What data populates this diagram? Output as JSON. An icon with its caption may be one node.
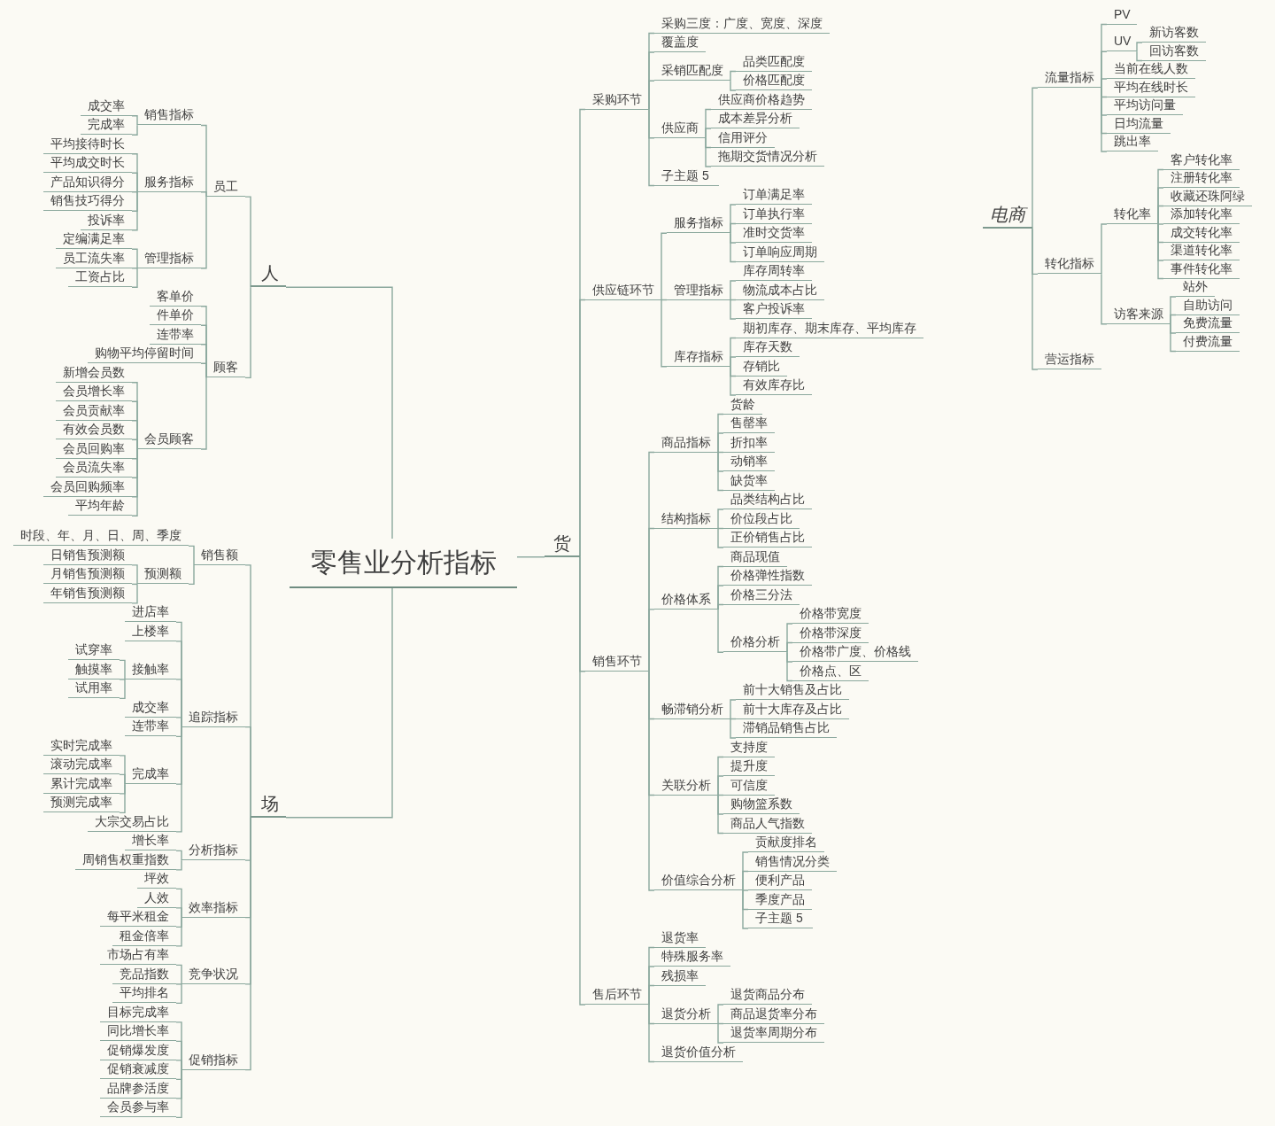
{
  "diagram": {
    "nodes": [
      {
        "text": [
          "零售业分析指标"
        ]
      },
      {
        "text": [
          "人"
        ]
      },
      {
        "text": [
          "员工"
        ]
      },
      {
        "text": [
          "销售指标"
        ]
      },
      {
        "text": [
          "成交率"
        ]
      },
      {
        "text": [
          "完成率"
        ]
      },
      {
        "text": [
          "服务指标"
        ]
      },
      {
        "text": [
          "平均接待时长"
        ]
      },
      {
        "text": [
          "平均成交时长"
        ]
      },
      {
        "text": [
          "产品知识得分"
        ]
      },
      {
        "text": [
          "销售技巧得分"
        ]
      },
      {
        "text": [
          "投诉率"
        ]
      },
      {
        "text": [
          "管理指标"
        ]
      },
      {
        "text": [
          "定编满足率"
        ]
      },
      {
        "text": [
          "员工流失率"
        ]
      },
      {
        "text": [
          "工资占比"
        ]
      },
      {
        "text": [
          "顾客"
        ]
      },
      {
        "text": [
          "客单价"
        ]
      },
      {
        "text": [
          "件单价"
        ]
      },
      {
        "text": [
          "连带率"
        ]
      },
      {
        "text": [
          "购物平均停留时间"
        ]
      },
      {
        "text": [
          "会员顾客"
        ]
      },
      {
        "text": [
          "新增会员数"
        ]
      },
      {
        "text": [
          "会员增长率"
        ]
      },
      {
        "text": [
          "会员贡献率"
        ]
      },
      {
        "text": [
          "有效会员数"
        ]
      },
      {
        "text": [
          "会员回购率"
        ]
      },
      {
        "text": [
          "会员流失率"
        ]
      },
      {
        "text": [
          "会员回购频率"
        ]
      },
      {
        "text": [
          "平均年龄"
        ]
      },
      {
        "text": [
          "场"
        ]
      },
      {
        "text": [
          "销售额"
        ]
      },
      {
        "text": [
          "时段、年、月、日、周、季度"
        ]
      },
      {
        "text": [
          "预测额"
        ]
      },
      {
        "text": [
          "日销售预测额"
        ]
      },
      {
        "text": [
          "月销售预测额"
        ]
      },
      {
        "text": [
          "年销售预测额"
        ]
      },
      {
        "text": [
          "追踪指标"
        ]
      },
      {
        "text": [
          "进店率"
        ]
      },
      {
        "text": [
          "上楼率"
        ]
      },
      {
        "text": [
          "接触率"
        ]
      },
      {
        "text": [
          "试穿率"
        ]
      },
      {
        "text": [
          "触摸率"
        ]
      },
      {
        "text": [
          "试用率"
        ]
      },
      {
        "text": [
          "成交率"
        ]
      },
      {
        "text": [
          "连带率"
        ]
      },
      {
        "text": [
          "完成率"
        ]
      },
      {
        "text": [
          "实时完成率"
        ]
      },
      {
        "text": [
          "滚动完成率"
        ]
      },
      {
        "text": [
          "累计完成率"
        ]
      },
      {
        "text": [
          "预测完成率"
        ]
      },
      {
        "text": [
          "大宗交易占比"
        ]
      },
      {
        "text": [
          "分析指标"
        ]
      },
      {
        "text": [
          "增长率"
        ]
      },
      {
        "text": [
          "周销售权重指数"
        ]
      },
      {
        "text": [
          "效率指标"
        ]
      },
      {
        "text": [
          "坪效"
        ]
      },
      {
        "text": [
          "人效"
        ]
      },
      {
        "text": [
          "每平米租金"
        ]
      },
      {
        "text": [
          "租金倍率"
        ]
      },
      {
        "text": [
          "竞争状况"
        ]
      },
      {
        "text": [
          "市场占有率"
        ]
      },
      {
        "text": [
          "竞品指数"
        ]
      },
      {
        "text": [
          "平均排名"
        ]
      },
      {
        "text": [
          "促销指标"
        ]
      },
      {
        "text": [
          "目标完成率"
        ]
      },
      {
        "text": [
          "同比增长率"
        ]
      },
      {
        "text": [
          "促销爆发度"
        ]
      },
      {
        "text": [
          "促销衰减度"
        ]
      },
      {
        "text": [
          "品牌参活度"
        ]
      },
      {
        "text": [
          "会员参与率"
        ]
      },
      {
        "text": [
          "货"
        ]
      },
      {
        "text": [
          "采购环节"
        ]
      },
      {
        "text": [
          "采购三度：广度、宽度、深度"
        ]
      },
      {
        "text": [
          "覆盖度"
        ]
      },
      {
        "text": [
          "采销匹配度"
        ]
      },
      {
        "text": [
          "品类匹配度"
        ]
      },
      {
        "text": [
          "价格匹配度"
        ]
      },
      {
        "text": [
          "供应商"
        ]
      },
      {
        "text": [
          "供应商价格趋势"
        ]
      },
      {
        "text": [
          "成本差异分析"
        ]
      },
      {
        "text": [
          "信用评分"
        ]
      },
      {
        "text": [
          "拖期交货情况分析"
        ]
      },
      {
        "text": [
          "子主题 5"
        ]
      },
      {
        "text": [
          "供应链环节"
        ]
      },
      {
        "text": [
          "服务指标"
        ]
      },
      {
        "text": [
          "订单满足率"
        ]
      },
      {
        "text": [
          "订单执行率"
        ]
      },
      {
        "text": [
          "准时交货率"
        ]
      },
      {
        "text": [
          "订单响应周期"
        ]
      },
      {
        "text": [
          "管理指标"
        ]
      },
      {
        "text": [
          "库存周转率"
        ]
      },
      {
        "text": [
          "物流成本占比"
        ]
      },
      {
        "text": [
          "客户投诉率"
        ]
      },
      {
        "text": [
          "库存指标"
        ]
      },
      {
        "text": [
          "期初库存、期末库存、平均库存"
        ]
      },
      {
        "text": [
          "库存天数"
        ]
      },
      {
        "text": [
          "存销比"
        ]
      },
      {
        "text": [
          "有效库存比"
        ]
      },
      {
        "text": [
          "销售环节"
        ]
      },
      {
        "text": [
          "商品指标"
        ]
      },
      {
        "text": [
          "货龄"
        ]
      },
      {
        "text": [
          "售罄率"
        ]
      },
      {
        "text": [
          "折扣率"
        ]
      },
      {
        "text": [
          "动销率"
        ]
      },
      {
        "text": [
          "缺货率"
        ]
      },
      {
        "text": [
          "结构指标"
        ]
      },
      {
        "text": [
          "品类结构占比"
        ]
      },
      {
        "text": [
          "价位段占比"
        ]
      },
      {
        "text": [
          "正价销售占比"
        ]
      },
      {
        "text": [
          "价格体系"
        ]
      },
      {
        "text": [
          "商品现值"
        ]
      },
      {
        "text": [
          "价格弹性指数"
        ]
      },
      {
        "text": [
          "价格三分法"
        ]
      },
      {
        "text": [
          "价格分析"
        ]
      },
      {
        "text": [
          "价格带宽度"
        ]
      },
      {
        "text": [
          "价格带深度"
        ]
      },
      {
        "text": [
          "价格带广度、价格线"
        ]
      },
      {
        "text": [
          "价格点、区"
        ]
      },
      {
        "text": [
          "畅滞销分析"
        ]
      },
      {
        "text": [
          "前十大销售及占比"
        ]
      },
      {
        "text": [
          "前十大库存及占比"
        ]
      },
      {
        "text": [
          "滞销品销售占比"
        ]
      },
      {
        "text": [
          "关联分析"
        ]
      },
      {
        "text": [
          "支持度"
        ]
      },
      {
        "text": [
          "提升度"
        ]
      },
      {
        "text": [
          "可信度"
        ]
      },
      {
        "text": [
          "购物篮系数"
        ]
      },
      {
        "text": [
          "商品人气指数"
        ]
      },
      {
        "text": [
          "价值综合分析"
        ]
      },
      {
        "text": [
          "贡献度排名"
        ]
      },
      {
        "text": [
          "销售情况分类"
        ]
      },
      {
        "text": [
          "便利产品"
        ]
      },
      {
        "text": [
          "季度产品"
        ]
      },
      {
        "text": [
          "子主题 5"
        ]
      },
      {
        "text": [
          "售后环节"
        ]
      },
      {
        "text": [
          "退货率"
        ]
      },
      {
        "text": [
          "特殊服务率"
        ]
      },
      {
        "text": [
          "残损率"
        ]
      },
      {
        "text": [
          "退货分析"
        ]
      },
      {
        "text": [
          "退货商品分布"
        ]
      },
      {
        "text": [
          "商品退货率分布"
        ]
      },
      {
        "text": [
          "退货率周期分布"
        ]
      },
      {
        "text": [
          "退货价值分析"
        ]
      },
      {
        "text": [
          "电商"
        ]
      },
      {
        "text": [
          "流量指标"
        ]
      },
      {
        "text": [
          "PV"
        ]
      },
      {
        "text": [
          "UV"
        ]
      },
      {
        "text": [
          "新访客数"
        ]
      },
      {
        "text": [
          "回访客数"
        ]
      },
      {
        "text": [
          "当前在线人数"
        ]
      },
      {
        "text": [
          "平均在线时长"
        ]
      },
      {
        "text": [
          "平均访问量"
        ]
      },
      {
        "text": [
          "日均流量"
        ]
      },
      {
        "text": [
          "跳出率"
        ]
      },
      {
        "text": [
          "转化指标"
        ]
      },
      {
        "text": [
          "转化率"
        ]
      },
      {
        "text": [
          "客户转化率"
        ]
      },
      {
        "text": [
          "注册转化率"
        ]
      },
      {
        "text": [
          "收藏还珠阿绿"
        ]
      },
      {
        "text": [
          "添加转化率"
        ]
      },
      {
        "text": [
          "成交转化率"
        ]
      },
      {
        "text": [
          "渠道转化率"
        ]
      },
      {
        "text": [
          "事件转化率"
        ]
      },
      {
        "text": [
          "访客来源"
        ]
      },
      {
        "text": [
          "站外"
        ]
      },
      {
        "text": [
          "自助访问"
        ]
      },
      {
        "text": [
          "免费流量"
        ]
      },
      {
        "text": [
          "付费流量"
        ]
      },
      {
        "text": [
          "营运指标"
        ]
      }
    ],
    "edges": [
      {
        "from": 0,
        "to": 1,
        "arrow": "none"
      },
      {
        "from": 1,
        "to": 2,
        "arrow": "none"
      },
      {
        "from": 2,
        "to": 3,
        "arrow": "none"
      },
      {
        "from": 3,
        "to": 4,
        "arrow": "none"
      },
      {
        "from": 3,
        "to": 5,
        "arrow": "none"
      },
      {
        "from": 2,
        "to": 6,
        "arrow": "none"
      },
      {
        "from": 6,
        "to": 7,
        "arrow": "none"
      },
      {
        "from": 6,
        "to": 8,
        "arrow": "none"
      },
      {
        "from": 6,
        "to": 9,
        "arrow": "none"
      },
      {
        "from": 6,
        "to": 10,
        "arrow": "none"
      },
      {
        "from": 6,
        "to": 11,
        "arrow": "none"
      },
      {
        "from": 2,
        "to": 12,
        "arrow": "none"
      },
      {
        "from": 12,
        "to": 13,
        "arrow": "none"
      },
      {
        "from": 12,
        "to": 14,
        "arrow": "none"
      },
      {
        "from": 12,
        "to": 15,
        "arrow": "none"
      },
      {
        "from": 1,
        "to": 16,
        "arrow": "none"
      },
      {
        "from": 16,
        "to": 17,
        "arrow": "none"
      },
      {
        "from": 16,
        "to": 18,
        "arrow": "none"
      },
      {
        "from": 16,
        "to": 19,
        "arrow": "none"
      },
      {
        "from": 16,
        "to": 20,
        "arrow": "none"
      },
      {
        "from": 16,
        "to": 21,
        "arrow": "none"
      },
      {
        "from": 21,
        "to": 22,
        "arrow": "none"
      },
      {
        "from": 21,
        "to": 23,
        "arrow": "none"
      },
      {
        "from": 21,
        "to": 24,
        "arrow": "none"
      },
      {
        "from": 21,
        "to": 25,
        "arrow": "none"
      },
      {
        "from": 21,
        "to": 26,
        "arrow": "none"
      },
      {
        "from": 21,
        "to": 27,
        "arrow": "none"
      },
      {
        "from": 21,
        "to": 28,
        "arrow": "none"
      },
      {
        "from": 21,
        "to": 29,
        "arrow": "none"
      },
      {
        "from": 0,
        "to": 30,
        "arrow": "none"
      },
      {
        "from": 30,
        "to": 31,
        "arrow": "none"
      },
      {
        "from": 31,
        "to": 32,
        "arrow": "none"
      },
      {
        "from": 31,
        "to": 33,
        "arrow": "none"
      },
      {
        "from": 33,
        "to": 34,
        "arrow": "none"
      },
      {
        "from": 33,
        "to": 35,
        "arrow": "none"
      },
      {
        "from": 33,
        "to": 36,
        "arrow": "none"
      },
      {
        "from": 30,
        "to": 37,
        "arrow": "none"
      },
      {
        "from": 37,
        "to": 38,
        "arrow": "none"
      },
      {
        "from": 37,
        "to": 39,
        "arrow": "none"
      },
      {
        "from": 37,
        "to": 40,
        "arrow": "none"
      },
      {
        "from": 40,
        "to": 41,
        "arrow": "none"
      },
      {
        "from": 40,
        "to": 42,
        "arrow": "none"
      },
      {
        "from": 40,
        "to": 43,
        "arrow": "none"
      },
      {
        "from": 37,
        "to": 44,
        "arrow": "none"
      },
      {
        "from": 37,
        "to": 45,
        "arrow": "none"
      },
      {
        "from": 37,
        "to": 46,
        "arrow": "none"
      },
      {
        "from": 46,
        "to": 47,
        "arrow": "none"
      },
      {
        "from": 46,
        "to": 48,
        "arrow": "none"
      },
      {
        "from": 46,
        "to": 49,
        "arrow": "none"
      },
      {
        "from": 46,
        "to": 50,
        "arrow": "none"
      },
      {
        "from": 37,
        "to": 51,
        "arrow": "none"
      },
      {
        "from": 30,
        "to": 52,
        "arrow": "none"
      },
      {
        "from": 52,
        "to": 53,
        "arrow": "none"
      },
      {
        "from": 52,
        "to": 54,
        "arrow": "none"
      },
      {
        "from": 30,
        "to": 55,
        "arrow": "none"
      },
      {
        "from": 55,
        "to": 56,
        "arrow": "none"
      },
      {
        "from": 55,
        "to": 57,
        "arrow": "none"
      },
      {
        "from": 55,
        "to": 58,
        "arrow": "none"
      },
      {
        "from": 55,
        "to": 59,
        "arrow": "none"
      },
      {
        "from": 30,
        "to": 60,
        "arrow": "none"
      },
      {
        "from": 60,
        "to": 61,
        "arrow": "none"
      },
      {
        "from": 60,
        "to": 62,
        "arrow": "none"
      },
      {
        "from": 60,
        "to": 63,
        "arrow": "none"
      },
      {
        "from": 30,
        "to": 64,
        "arrow": "none"
      },
      {
        "from": 64,
        "to": 65,
        "arrow": "none"
      },
      {
        "from": 64,
        "to": 66,
        "arrow": "none"
      },
      {
        "from": 64,
        "to": 67,
        "arrow": "none"
      },
      {
        "from": 64,
        "to": 68,
        "arrow": "none"
      },
      {
        "from": 64,
        "to": 69,
        "arrow": "none"
      },
      {
        "from": 64,
        "to": 70,
        "arrow": "none"
      },
      {
        "from": 0,
        "to": 71,
        "arrow": "none"
      },
      {
        "from": 71,
        "to": 72,
        "arrow": "none"
      },
      {
        "from": 72,
        "to": 73,
        "arrow": "none"
      },
      {
        "from": 72,
        "to": 74,
        "arrow": "none"
      },
      {
        "from": 72,
        "to": 75,
        "arrow": "none"
      },
      {
        "from": 75,
        "to": 76,
        "arrow": "none"
      },
      {
        "from": 75,
        "to": 77,
        "arrow": "none"
      },
      {
        "from": 72,
        "to": 78,
        "arrow": "none"
      },
      {
        "from": 78,
        "to": 79,
        "arrow": "none"
      },
      {
        "from": 78,
        "to": 80,
        "arrow": "none"
      },
      {
        "from": 78,
        "to": 81,
        "arrow": "none"
      },
      {
        "from": 78,
        "to": 82,
        "arrow": "none"
      },
      {
        "from": 72,
        "to": 83,
        "arrow": "none"
      },
      {
        "from": 71,
        "to": 84,
        "arrow": "none"
      },
      {
        "from": 84,
        "to": 85,
        "arrow": "none"
      },
      {
        "from": 85,
        "to": 86,
        "arrow": "none"
      },
      {
        "from": 85,
        "to": 87,
        "arrow": "none"
      },
      {
        "from": 85,
        "to": 88,
        "arrow": "none"
      },
      {
        "from": 85,
        "to": 89,
        "arrow": "none"
      },
      {
        "from": 84,
        "to": 90,
        "arrow": "none"
      },
      {
        "from": 90,
        "to": 91,
        "arrow": "none"
      },
      {
        "from": 90,
        "to": 92,
        "arrow": "none"
      },
      {
        "from": 90,
        "to": 93,
        "arrow": "none"
      },
      {
        "from": 84,
        "to": 94,
        "arrow": "none"
      },
      {
        "from": 94,
        "to": 95,
        "arrow": "none"
      },
      {
        "from": 94,
        "to": 96,
        "arrow": "none"
      },
      {
        "from": 94,
        "to": 97,
        "arrow": "none"
      },
      {
        "from": 94,
        "to": 98,
        "arrow": "none"
      },
      {
        "from": 71,
        "to": 99,
        "arrow": "none"
      },
      {
        "from": 99,
        "to": 100,
        "arrow": "none"
      },
      {
        "from": 100,
        "to": 101,
        "arrow": "none"
      },
      {
        "from": 100,
        "to": 102,
        "arrow": "none"
      },
      {
        "from": 100,
        "to": 103,
        "arrow": "none"
      },
      {
        "from": 100,
        "to": 104,
        "arrow": "none"
      },
      {
        "from": 100,
        "to": 105,
        "arrow": "none"
      },
      {
        "from": 99,
        "to": 106,
        "arrow": "none"
      },
      {
        "from": 106,
        "to": 107,
        "arrow": "none"
      },
      {
        "from": 106,
        "to": 108,
        "arrow": "none"
      },
      {
        "from": 106,
        "to": 109,
        "arrow": "none"
      },
      {
        "from": 99,
        "to": 110,
        "arrow": "none"
      },
      {
        "from": 110,
        "to": 111,
        "arrow": "none"
      },
      {
        "from": 110,
        "to": 112,
        "arrow": "none"
      },
      {
        "from": 110,
        "to": 113,
        "arrow": "none"
      },
      {
        "from": 110,
        "to": 114,
        "arrow": "none"
      },
      {
        "from": 114,
        "to": 115,
        "arrow": "none"
      },
      {
        "from": 114,
        "to": 116,
        "arrow": "none"
      },
      {
        "from": 114,
        "to": 117,
        "arrow": "none"
      },
      {
        "from": 114,
        "to": 118,
        "arrow": "none"
      },
      {
        "from": 99,
        "to": 119,
        "arrow": "none"
      },
      {
        "from": 119,
        "to": 120,
        "arrow": "none"
      },
      {
        "from": 119,
        "to": 121,
        "arrow": "none"
      },
      {
        "from": 119,
        "to": 122,
        "arrow": "none"
      },
      {
        "from": 99,
        "to": 123,
        "arrow": "none"
      },
      {
        "from": 123,
        "to": 124,
        "arrow": "none"
      },
      {
        "from": 123,
        "to": 125,
        "arrow": "none"
      },
      {
        "from": 123,
        "to": 126,
        "arrow": "none"
      },
      {
        "from": 123,
        "to": 127,
        "arrow": "none"
      },
      {
        "from": 123,
        "to": 128,
        "arrow": "none"
      },
      {
        "from": 99,
        "to": 129,
        "arrow": "none"
      },
      {
        "from": 129,
        "to": 130,
        "arrow": "none"
      },
      {
        "from": 129,
        "to": 131,
        "arrow": "none"
      },
      {
        "from": 129,
        "to": 132,
        "arrow": "none"
      },
      {
        "from": 129,
        "to": 133,
        "arrow": "none"
      },
      {
        "from": 129,
        "to": 134,
        "arrow": "none"
      },
      {
        "from": 71,
        "to": 135,
        "arrow": "none"
      },
      {
        "from": 135,
        "to": 136,
        "arrow": "none"
      },
      {
        "from": 135,
        "to": 137,
        "arrow": "none"
      },
      {
        "from": 135,
        "to": 138,
        "arrow": "none"
      },
      {
        "from": 135,
        "to": 139,
        "arrow": "none"
      },
      {
        "from": 139,
        "to": 140,
        "arrow": "none"
      },
      {
        "from": 139,
        "to": 141,
        "arrow": "none"
      },
      {
        "from": 139,
        "to": 142,
        "arrow": "none"
      },
      {
        "from": 135,
        "to": 143,
        "arrow": "none"
      },
      {
        "from": 144,
        "to": 145,
        "arrow": "none"
      },
      {
        "from": 145,
        "to": 146,
        "arrow": "none"
      },
      {
        "from": 145,
        "to": 147,
        "arrow": "none"
      },
      {
        "from": 147,
        "to": 148,
        "arrow": "none"
      },
      {
        "from": 147,
        "to": 149,
        "arrow": "none"
      },
      {
        "from": 145,
        "to": 150,
        "arrow": "none"
      },
      {
        "from": 145,
        "to": 151,
        "arrow": "none"
      },
      {
        "from": 145,
        "to": 152,
        "arrow": "none"
      },
      {
        "from": 145,
        "to": 153,
        "arrow": "none"
      },
      {
        "from": 145,
        "to": 154,
        "arrow": "none"
      },
      {
        "from": 144,
        "to": 155,
        "arrow": "none"
      },
      {
        "from": 155,
        "to": 156,
        "arrow": "none"
      },
      {
        "from": 156,
        "to": 157,
        "arrow": "none"
      },
      {
        "from": 156,
        "to": 158,
        "arrow": "none"
      },
      {
        "from": 156,
        "to": 159,
        "arrow": "none"
      },
      {
        "from": 156,
        "to": 160,
        "arrow": "none"
      },
      {
        "from": 156,
        "to": 161,
        "arrow": "none"
      },
      {
        "from": 156,
        "to": 162,
        "arrow": "none"
      },
      {
        "from": 156,
        "to": 163,
        "arrow": "none"
      },
      {
        "from": 155,
        "to": 164,
        "arrow": "none"
      },
      {
        "from": 164,
        "to": 165,
        "arrow": "none"
      },
      {
        "from": 164,
        "to": 166,
        "arrow": "none"
      },
      {
        "from": 164,
        "to": 167,
        "arrow": "none"
      },
      {
        "from": 164,
        "to": 168,
        "arrow": "none"
      },
      {
        "from": 144,
        "to": 169,
        "arrow": "none"
      }
    ]
  }
}
